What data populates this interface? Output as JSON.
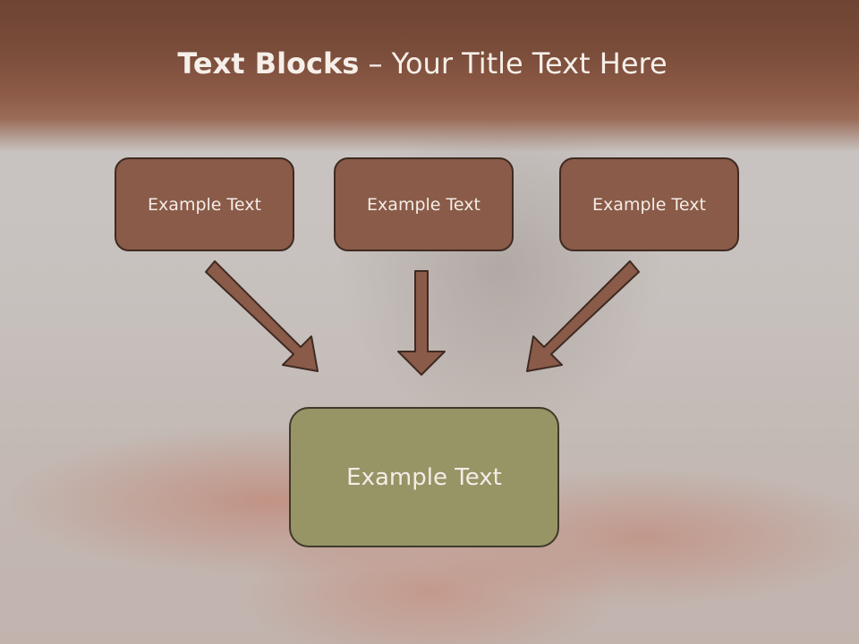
{
  "title": {
    "bold": "Text Blocks",
    "rest": " – Your Title Text Here"
  },
  "blocks": [
    {
      "label": "Example Text"
    },
    {
      "label": "Example Text"
    },
    {
      "label": "Example Text"
    }
  ],
  "target": {
    "label": "Example Text"
  },
  "colors": {
    "header": "#7b4d3b",
    "block_fill": "#895b48",
    "block_border": "#3f2a22",
    "target_fill": "#979466",
    "arrow_fill": "#895b48"
  }
}
